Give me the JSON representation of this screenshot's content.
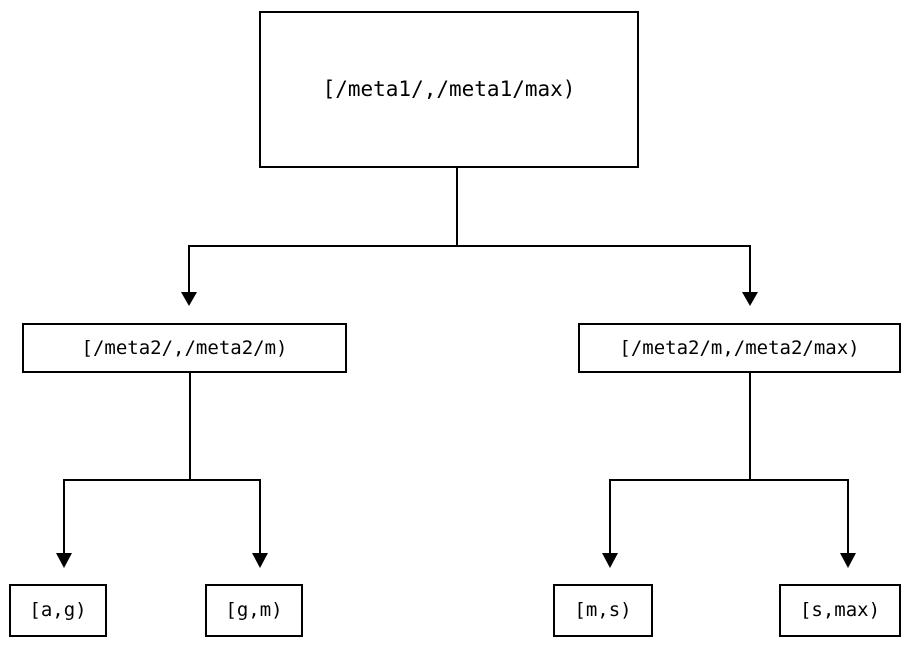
{
  "diagram": {
    "type": "range-partition-tree",
    "title": "",
    "background_color": "#ffffff",
    "stroke_color": "#000000",
    "stroke_width": 2,
    "nodes": {
      "root": {
        "id": "root",
        "label": "[/meta1/,/meta1/max)",
        "level": 0
      },
      "internal_left": {
        "id": "internal-left",
        "label": "[/meta2/,/meta2/m)",
        "level": 1
      },
      "internal_right": {
        "id": "internal-right",
        "label": "[/meta2/m,/meta2/max)",
        "level": 1
      },
      "leaf_ag": {
        "id": "leaf-ag",
        "label": "[a,g)",
        "level": 2
      },
      "leaf_gm": {
        "id": "leaf-gm",
        "label": "[g,m)",
        "level": 2
      },
      "leaf_ms": {
        "id": "leaf-ms",
        "label": "[m,s)",
        "level": 2
      },
      "leaf_smax": {
        "id": "leaf-smax",
        "label": "[s,max)",
        "level": 2
      }
    },
    "edges": [
      {
        "from": "root",
        "to": "internal-left",
        "arrow": "down-triangle"
      },
      {
        "from": "root",
        "to": "internal-right",
        "arrow": "down-triangle"
      },
      {
        "from": "internal-left",
        "to": "leaf-ag",
        "arrow": "down-triangle"
      },
      {
        "from": "internal-left",
        "to": "leaf-gm",
        "arrow": "down-triangle"
      },
      {
        "from": "internal-right",
        "to": "leaf-ms",
        "arrow": "down-triangle"
      },
      {
        "from": "internal-right",
        "to": "leaf-smax",
        "arrow": "down-triangle"
      }
    ]
  }
}
